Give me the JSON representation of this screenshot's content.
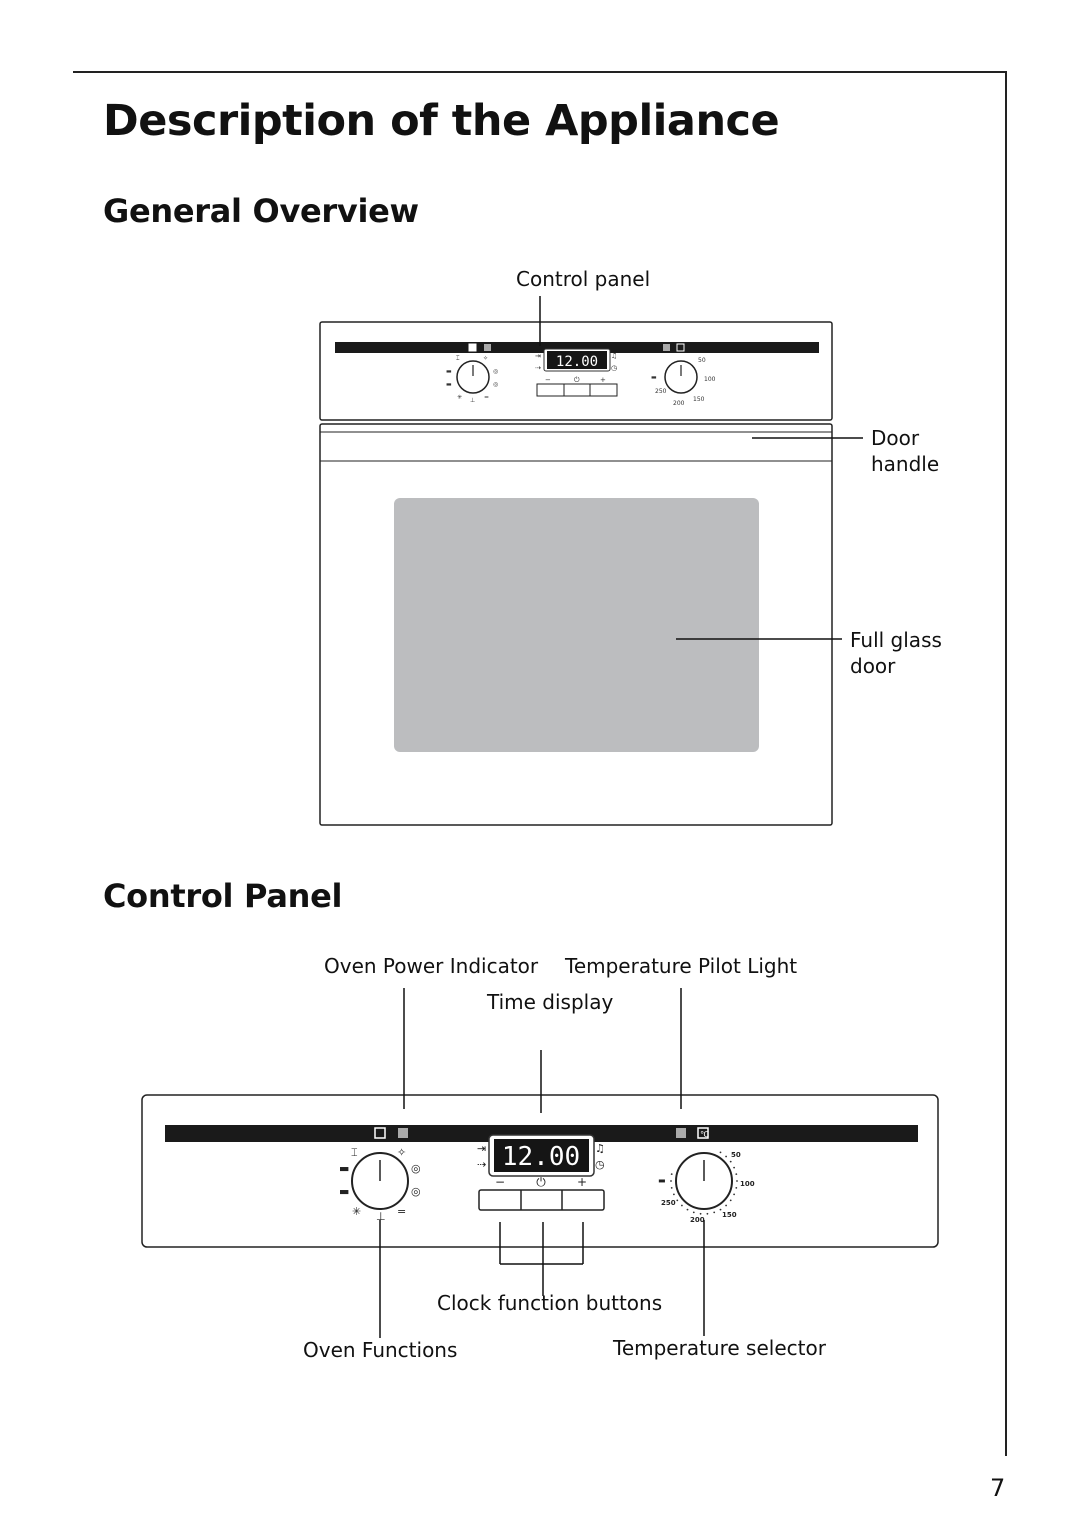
{
  "page": {
    "title": "Description of the Appliance",
    "page_number": "7"
  },
  "general_overview": {
    "heading": "General Overview",
    "labels": {
      "control_panel": "Control panel",
      "door_handle": "Door handle",
      "full_glass_door": "Full glass door"
    },
    "display_time": "12.00"
  },
  "control_panel": {
    "heading": "Control Panel",
    "labels": {
      "oven_power_indicator": "Oven Power Indicator",
      "temperature_pilot_light": "Temperature Pilot Light",
      "time_display": "Time display",
      "clock_function_buttons": "Clock function buttons",
      "oven_functions": "Oven Functions",
      "temperature_selector": "Temperature selector"
    },
    "display_time": "12.00",
    "temperature_scale": [
      "50",
      "100",
      "150",
      "200",
      "250"
    ],
    "button_symbols": [
      "−",
      "⏻",
      "+"
    ]
  },
  "colors": {
    "ink": "#111111",
    "glass": "#bcbdbf",
    "panel_strip": "#1a1a1a",
    "display": "#151515",
    "display_text": "#ffffff"
  }
}
